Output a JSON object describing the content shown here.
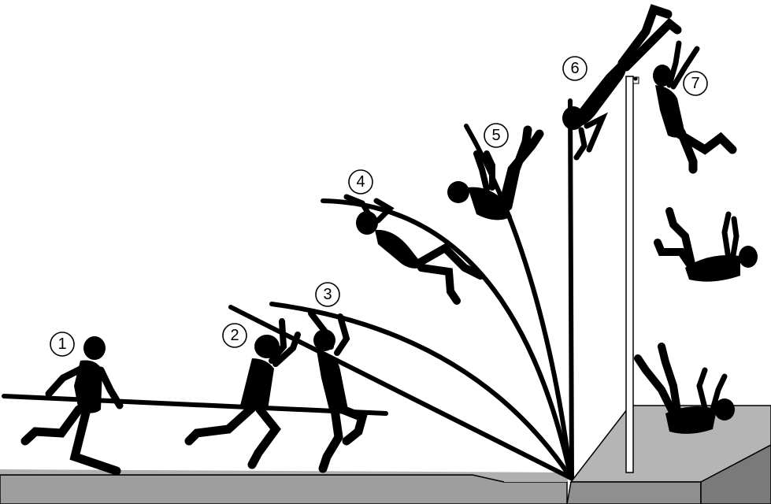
{
  "diagram": {
    "stage_labels": [
      "1",
      "2",
      "3",
      "4",
      "5",
      "6",
      "7"
    ]
  },
  "colors": {
    "background": "#ffffff",
    "ink": "#000000",
    "runway": "#9e9e9e",
    "runway_edge": "#6e6e6e",
    "landing_mat_top": "#b5b5b5",
    "landing_mat_side": "#8f8f8f",
    "standard": "#ffffff"
  }
}
